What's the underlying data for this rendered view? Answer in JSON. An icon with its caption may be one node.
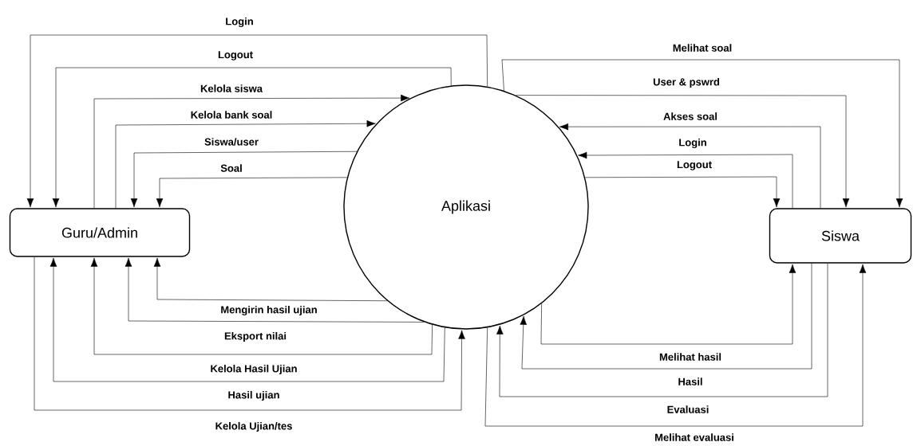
{
  "diagram": {
    "nodes": [
      {
        "text": [
          "Guru/Admin"
        ]
      },
      {
        "text": [
          "Aplikasi"
        ]
      },
      {
        "text": [
          "Siswa"
        ]
      }
    ],
    "edges": [
      {
        "from": 1,
        "to": 0,
        "arrow": "to",
        "label": "Login"
      },
      {
        "from": 1,
        "to": 0,
        "arrow": "to",
        "label": "Logout"
      },
      {
        "from": 0,
        "to": 1,
        "arrow": "to",
        "label": "Kelola siswa"
      },
      {
        "from": 0,
        "to": 1,
        "arrow": "to",
        "label": "Kelola bank soal"
      },
      {
        "from": 1,
        "to": 0,
        "arrow": "to",
        "label": "Siswa/user"
      },
      {
        "from": 1,
        "to": 0,
        "arrow": "to",
        "label": "Soal"
      },
      {
        "from": 1,
        "to": 0,
        "arrow": "to",
        "label": "Mengirin hasil ujian"
      },
      {
        "from": 1,
        "to": 0,
        "arrow": "to",
        "label": "Eksport nilai"
      },
      {
        "from": 1,
        "to": 0,
        "arrow": "to",
        "label": "Kelola Hasil Ujian"
      },
      {
        "from": 1,
        "to": 0,
        "arrow": "to",
        "label": "Hasil ujian"
      },
      {
        "from": 0,
        "to": 1,
        "arrow": "to",
        "label": "Kelola Ujian/tes"
      },
      {
        "from": 1,
        "to": 2,
        "arrow": "to",
        "label": "Melihat soal"
      },
      {
        "from": 1,
        "to": 2,
        "arrow": "to",
        "label": "User & pswrd"
      },
      {
        "from": 2,
        "to": 1,
        "arrow": "to",
        "label": "Akses soal"
      },
      {
        "from": 2,
        "to": 1,
        "arrow": "to",
        "label": "Login"
      },
      {
        "from": 1,
        "to": 2,
        "arrow": "to",
        "label": "Logout"
      },
      {
        "from": 1,
        "to": 2,
        "arrow": "to",
        "label": "Melihat hasil"
      },
      {
        "from": 2,
        "to": 1,
        "arrow": "to",
        "label": "Hasil"
      },
      {
        "from": 2,
        "to": 1,
        "arrow": "to",
        "label": "Evaluasi"
      },
      {
        "from": 1,
        "to": 2,
        "arrow": "to",
        "label": "Melihat evaluasi"
      }
    ]
  }
}
